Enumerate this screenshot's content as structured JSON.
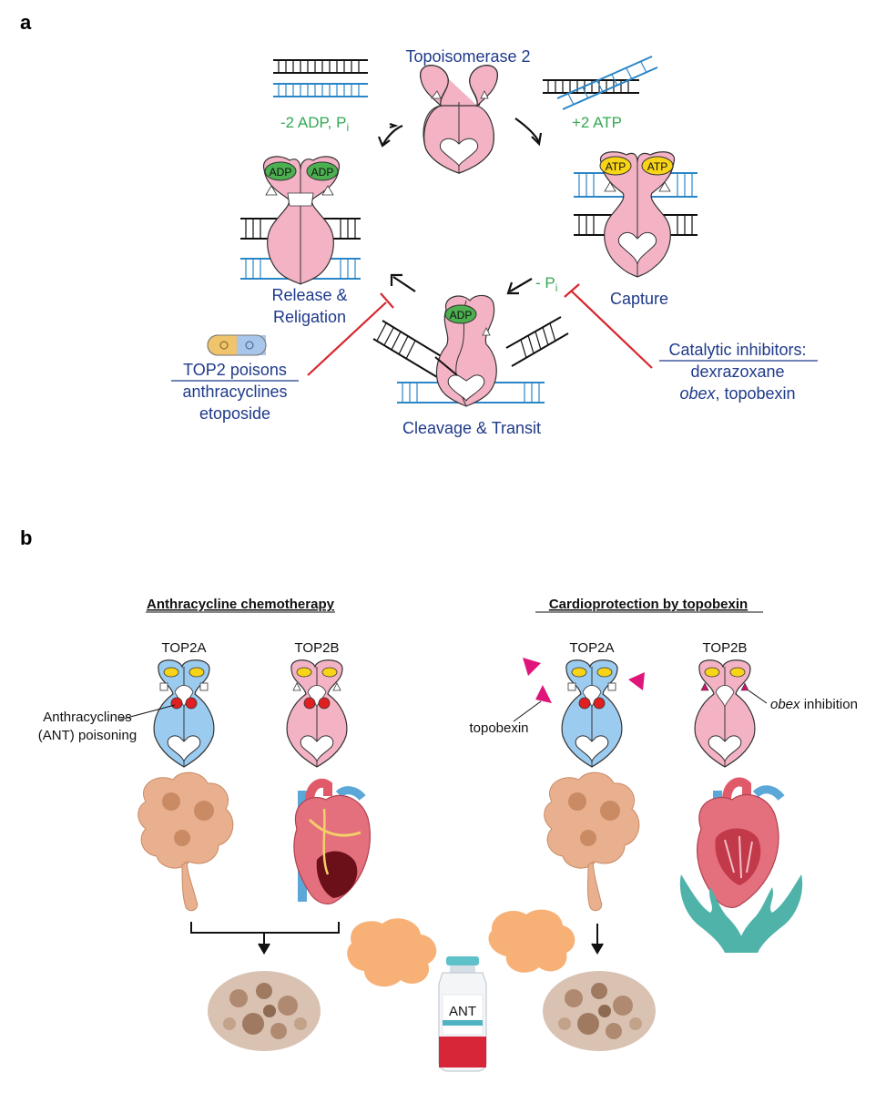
{
  "colors": {
    "navy": "#1f3a8a",
    "green": "#34a853",
    "pink": "#f4b3c4",
    "blue_protein": "#9ccbf0",
    "dna_blue": "#2a86c7",
    "dna_black": "#111111",
    "inhibit_red": "#d7262e",
    "atp_yellow": "#f7d417",
    "adp_green": "#4caf50",
    "ant_red": "#e02020",
    "topobexin_magenta": "#e0157a",
    "cell_tan": "#e8b08e",
    "hands_teal": "#4fb3a9"
  },
  "panel_a": {
    "letter": "a",
    "title": "Topoisomerase 2",
    "capture": {
      "label": "Capture",
      "atp1": "ATP",
      "atp2": "ATP"
    },
    "cleavage": {
      "label": "Cleavage & Transit",
      "adp": "ADP"
    },
    "release": {
      "label_line1": "Release &",
      "label_line2": "Religation",
      "adp1": "ADP",
      "adp2": "ADP"
    },
    "plus_atp": "+2 ATP",
    "minus_pi": "- P",
    "minus_pi_sub": "i",
    "minus_adp": "-2 ADP, P",
    "minus_adp_sub": "i",
    "poisons": {
      "title": "TOP2 poisons",
      "line1": "anthracyclines",
      "line2": "etoposide"
    },
    "catalytic": {
      "title": "Catalytic inhibitors:",
      "line1": "dexrazoxane",
      "line2_italic": "obex",
      "line2_rest": ", topobexin"
    }
  },
  "panel_b": {
    "letter": "b",
    "left_heading": "Anthracycline chemotherapy",
    "right_heading": "Cardioprotection by topobexin",
    "top2a": "TOP2A",
    "top2b": "TOP2B",
    "top2a_right": "TOP2A",
    "top2b_right": "TOP2B",
    "ant_label_line1": "Anthracyclines",
    "ant_label_line2": "(ANT) poisoning",
    "topobexin_label": "topobexin",
    "obex_italic": "obex",
    "obex_rest": " inhibition",
    "vial_label": "ANT"
  }
}
